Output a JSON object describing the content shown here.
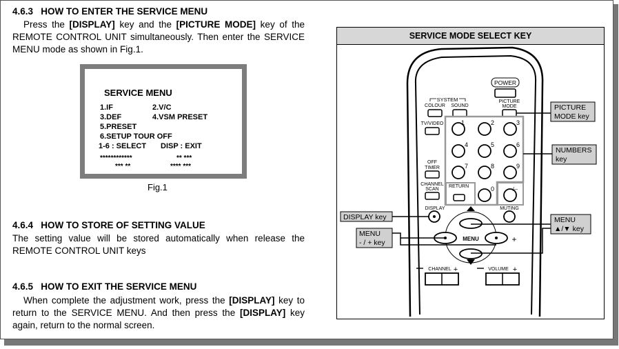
{
  "sections": {
    "s1": {
      "num": "4.6.3",
      "title": "HOW TO ENTER THE SERVICE MENU",
      "p1_a": "Press the ",
      "p1_b": "[DISPLAY]",
      "p1_c": " key and the ",
      "p1_d": "[PICTURE MODE]",
      "p1_e": " key of the REMOTE CONTROL UNIT simultaneously. Then enter the SERVICE MENU mode as shown in Fig.1."
    },
    "s2": {
      "num": "4.6.4",
      "title": "HOW TO STORE OF SETTING VALUE",
      "body": "The setting value will be stored automatically when release the REMOTE CONTROL UNIT keys"
    },
    "s3": {
      "num": "4.6.5",
      "title": "HOW TO EXIT THE SERVICE MENU",
      "p_a": "When complete the adjustment work, press the ",
      "p_b": "[DISPLAY]",
      "p_c": " key to return to the SERVICE MENU. And then press the ",
      "p_d": "[DISPLAY]",
      "p_e": " key again, return to the normal screen."
    }
  },
  "service_menu": {
    "title": "SERVICE MENU",
    "item1": "1.IF",
    "item2": "2.V/C",
    "item3": "3.DEF",
    "item4": "4.VSM PRESET",
    "item5": "5.PRESET",
    "item6": "6.SETUP TOUR OFF",
    "select": "1-6 : SELECT",
    "exit": "DISP : EXIT",
    "stars1a": "************",
    "stars1b": "** ***",
    "stars2a": "***  **",
    "stars2b": "****  ***"
  },
  "figure_caption": "Fig.1",
  "remote_panel": {
    "header": "SERVICE MODE SELECT KEY",
    "buttons": {
      "power": "POWER",
      "system": "SYSTEM",
      "colour": "COLOUR",
      "sound": "SOUND",
      "picture": "PICTURE",
      "mode": "MODE",
      "tvvideo": "TV/VIDEO",
      "off": "OFF",
      "timer": "TIMER",
      "channel": "CHANNEL",
      "scan": "SCAN",
      "return": "RETURN",
      "display": "DISPLAY",
      "muting": "MUTING",
      "menu": "MENU",
      "channel_rocker": "CHANNEL",
      "volume_rocker": "VOLUME",
      "dashes": "-/--",
      "n1": "1",
      "n2": "2",
      "n3": "3",
      "n4": "4",
      "n5": "5",
      "n6": "6",
      "n7": "7",
      "n8": "8",
      "n9": "9",
      "n0": "0"
    },
    "callouts": {
      "picture_mode_1": "PICTURE",
      "picture_mode_2": "MODE key",
      "numbers_1": "NUMBERS",
      "numbers_2": "key",
      "display": "DISPLAY key",
      "menu_lr_1": "MENU",
      "menu_lr_2": "- / + key",
      "menu_ud_1": "MENU",
      "menu_ud_2": "▲/▼ key"
    }
  }
}
